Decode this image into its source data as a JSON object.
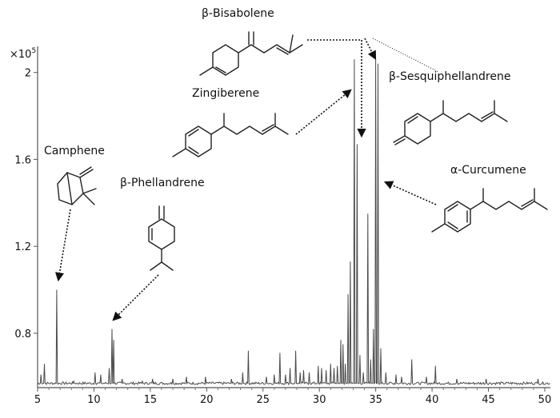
{
  "chart_data": {
    "type": "line",
    "xlim": [
      5,
      50.5
    ],
    "ylim": [
      0.55,
      2.12
    ],
    "y_multiplier": "×10",
    "y_multiplier_exp": "5",
    "x_ticks": [
      5,
      10,
      15,
      20,
      25,
      30,
      35,
      40,
      45,
      50
    ],
    "y_ticks": [
      0.8,
      1.2,
      1.6,
      2
    ],
    "y_tick_labels": [
      "0.8",
      "1.2",
      "1.6",
      "2"
    ],
    "baseline": 0.57,
    "peaks": [
      {
        "x": 5.3,
        "y": 0.61
      },
      {
        "x": 5.6,
        "y": 0.66
      },
      {
        "x": 6.7,
        "y": 1.0
      },
      {
        "x": 8.2,
        "y": 0.58
      },
      {
        "x": 10.1,
        "y": 0.62
      },
      {
        "x": 10.6,
        "y": 0.61
      },
      {
        "x": 11.35,
        "y": 0.64
      },
      {
        "x": 11.6,
        "y": 0.82
      },
      {
        "x": 11.75,
        "y": 0.77
      },
      {
        "x": 12.5,
        "y": 0.59
      },
      {
        "x": 14.3,
        "y": 0.58
      },
      {
        "x": 15.2,
        "y": 0.59
      },
      {
        "x": 17.0,
        "y": 0.59
      },
      {
        "x": 18.2,
        "y": 0.6
      },
      {
        "x": 19.9,
        "y": 0.6
      },
      {
        "x": 22.2,
        "y": 0.59
      },
      {
        "x": 23.2,
        "y": 0.62
      },
      {
        "x": 23.7,
        "y": 0.72
      },
      {
        "x": 25.3,
        "y": 0.6
      },
      {
        "x": 26.0,
        "y": 0.61
      },
      {
        "x": 26.5,
        "y": 0.71
      },
      {
        "x": 27.0,
        "y": 0.61
      },
      {
        "x": 27.4,
        "y": 0.64
      },
      {
        "x": 27.9,
        "y": 0.72
      },
      {
        "x": 28.3,
        "y": 0.62
      },
      {
        "x": 28.6,
        "y": 0.63
      },
      {
        "x": 29.1,
        "y": 0.62
      },
      {
        "x": 29.9,
        "y": 0.65
      },
      {
        "x": 30.2,
        "y": 0.64
      },
      {
        "x": 30.6,
        "y": 0.63
      },
      {
        "x": 31.0,
        "y": 0.66
      },
      {
        "x": 31.3,
        "y": 0.64
      },
      {
        "x": 31.6,
        "y": 0.65
      },
      {
        "x": 31.9,
        "y": 0.77
      },
      {
        "x": 32.1,
        "y": 0.75
      },
      {
        "x": 32.3,
        "y": 0.66
      },
      {
        "x": 32.55,
        "y": 0.98
      },
      {
        "x": 32.75,
        "y": 1.13
      },
      {
        "x": 33.1,
        "y": 2.06
      },
      {
        "x": 33.35,
        "y": 1.67
      },
      {
        "x": 33.6,
        "y": 0.7
      },
      {
        "x": 33.9,
        "y": 0.62
      },
      {
        "x": 34.3,
        "y": 1.35
      },
      {
        "x": 34.55,
        "y": 0.68
      },
      {
        "x": 34.8,
        "y": 0.82
      },
      {
        "x": 35.0,
        "y": 2.06
      },
      {
        "x": 35.2,
        "y": 2.04
      },
      {
        "x": 35.45,
        "y": 0.73
      },
      {
        "x": 35.9,
        "y": 0.62
      },
      {
        "x": 36.8,
        "y": 0.61
      },
      {
        "x": 37.3,
        "y": 0.6
      },
      {
        "x": 38.2,
        "y": 0.68
      },
      {
        "x": 39.5,
        "y": 0.6
      },
      {
        "x": 40.3,
        "y": 0.65
      },
      {
        "x": 42.2,
        "y": 0.59
      },
      {
        "x": 44.8,
        "y": 0.59
      },
      {
        "x": 49.4,
        "y": 0.59
      }
    ]
  },
  "compounds": {
    "bisabolene": "β-Bisabolene",
    "zingiberene": "Zingiberene",
    "sesquiphellandrene": "β-Sesquiphellandrene",
    "camphene": "Camphene",
    "phellandrene": "β-Phellandrene",
    "curcumene": "α-Curcumene"
  }
}
